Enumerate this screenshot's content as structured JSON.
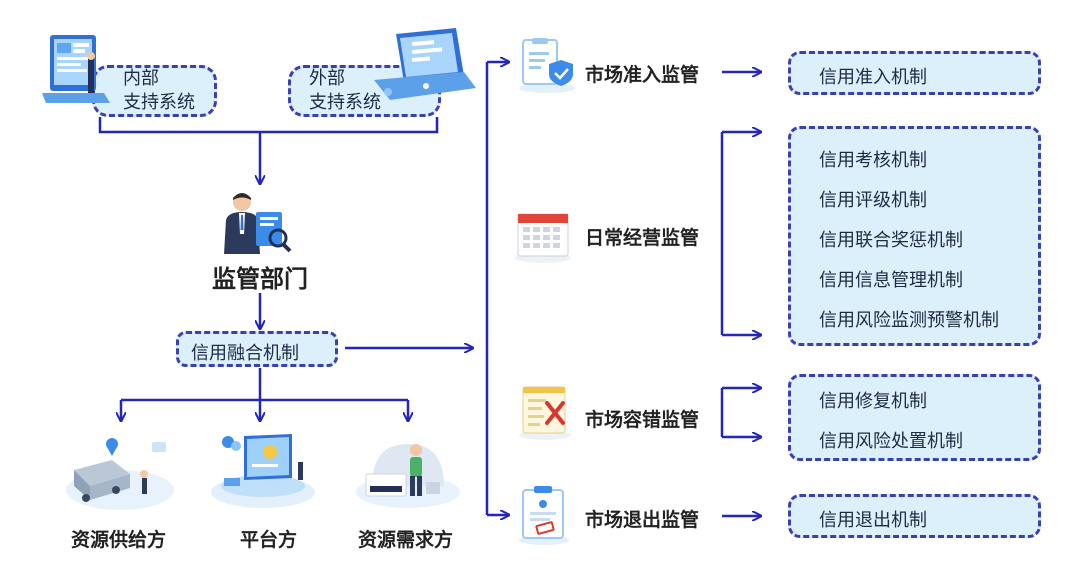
{
  "support": {
    "internal_line1": "内部",
    "internal_line2": "支持系统",
    "external_line1": "外部",
    "external_line2": "支持系统"
  },
  "center": {
    "title": "监管部门",
    "mechanism": "信用融合机制"
  },
  "bottom": {
    "supplier": "资源供给方",
    "platform": "平台方",
    "demander": "资源需求方"
  },
  "right": {
    "entry": {
      "label": "市场准入监管",
      "items": [
        "信用准入机制"
      ]
    },
    "daily": {
      "label": "日常经营监管",
      "items": [
        "信用考核机制",
        "信用评级机制",
        "信用联合奖惩机制",
        "信用信息管理机制",
        "信用风险监测预警机制"
      ]
    },
    "tolerance": {
      "label": "市场容错监管",
      "items": [
        "信用修复机制",
        "信用风险处置机制"
      ]
    },
    "exit": {
      "label": "市场退出监管",
      "items": [
        "信用退出机制"
      ]
    }
  },
  "colors": {
    "arrow": "#2326b8",
    "box_fill": "#dcf0fb",
    "box_border": "#3b3fb0"
  }
}
